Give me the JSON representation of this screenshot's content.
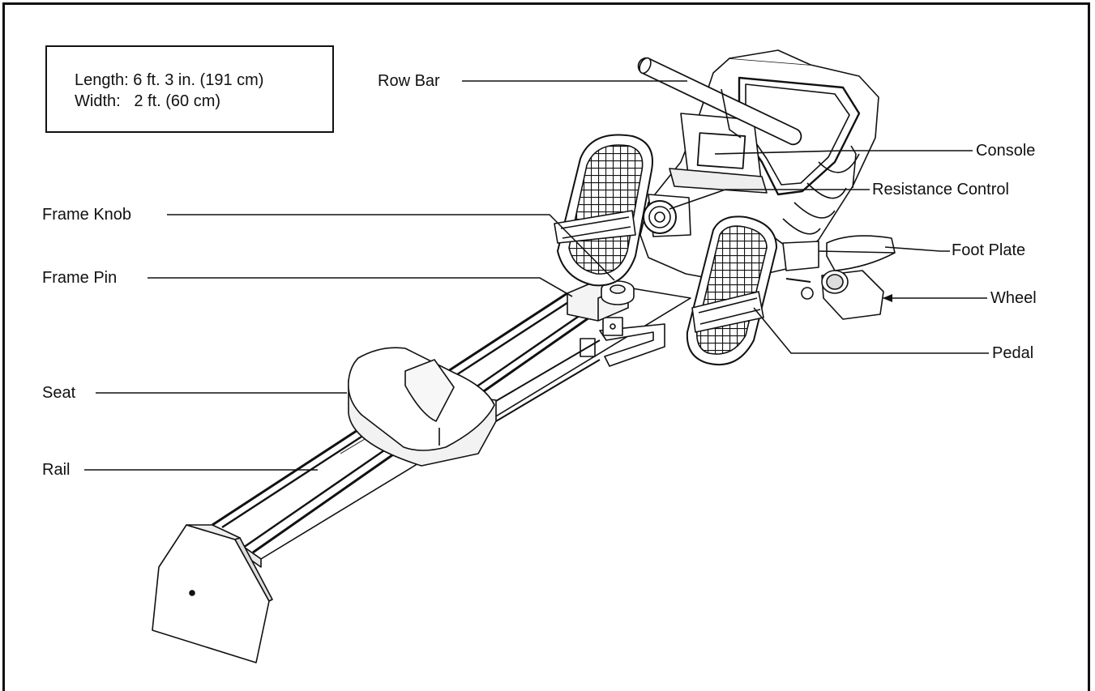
{
  "dimensions": {
    "length": "Length: 6 ft. 3 in. (191 cm)",
    "width": "Width:   2 ft. (60 cm)"
  },
  "labels": {
    "row_bar": "Row Bar",
    "console": "Console",
    "resistance_control": "Resistance Control",
    "frame_knob": "Frame Knob",
    "frame_pin": "Frame Pin",
    "foot_plate": "Foot Plate",
    "wheel": "Wheel",
    "pedal": "Pedal",
    "seat": "Seat",
    "rail": "Rail"
  }
}
